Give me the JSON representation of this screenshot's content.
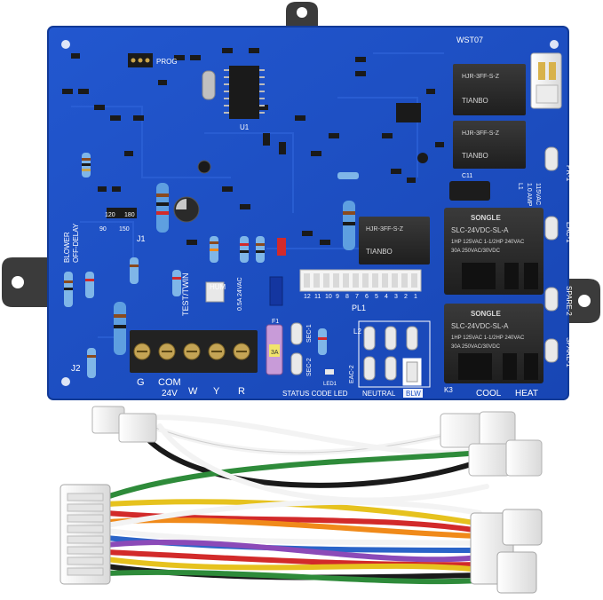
{
  "board": {
    "model": "WST07",
    "prog_label": "PROG",
    "header_labels": [
      "120",
      "180",
      "90",
      "150"
    ],
    "j1_label": "J1",
    "j2_label": "J2",
    "k3_label": "K3",
    "blower_label": "BLOWER",
    "off_delay_label": "OFF-DELAY",
    "test_label": "TEST/TWIN",
    "hum_label": "HUM",
    "hum_rating": "0.5A 24VAC",
    "f1_label": "F1",
    "fuse_rating": "3A",
    "pl1_label": "PL1",
    "pl1_pins": [
      "12",
      "11",
      "10",
      "9",
      "8",
      "7",
      "6",
      "5",
      "4",
      "3",
      "2",
      "1"
    ],
    "terminal_labels": [
      "G",
      "COM",
      "W",
      "Y",
      "R"
    ],
    "terminal_24v": "24V",
    "sec1_label": "SEC-1",
    "sec2_label": "SEC-2",
    "eac1_label": "EAC-1",
    "eac2_label": "EAC-2",
    "spare1_label": "SPARE-1",
    "spare2_label": "SPARE-2",
    "pr1_label": "PR-1",
    "l1_label": "L1",
    "l2_label": "L2",
    "amp_label": "1.0 AMP",
    "vac_label": "115VAC",
    "status_label": "STATUS CODE LED",
    "led_label": "LED1",
    "neutral_label": "NEUTRAL",
    "blw_label": "BLW",
    "cool_label": "COOL",
    "heat_label": "HEAT",
    "relay_brand": "TIANBO",
    "relay_model": "HJR-3FF-S-Z",
    "power_relay_brand": "SONGLE",
    "power_relay_model": "SLC-24VDC-SL-A",
    "power_relay_specs": [
      "1HP 125VAC 1-1/2HP 240VAC",
      "30A 250VAC/30VDC"
    ],
    "c11_label": "C11",
    "u1_label": "U1"
  },
  "colors": {
    "pcb": "#1a4fc4",
    "pcb_dark": "#0f3a9e",
    "terminal_block": "#2a2a2a",
    "relay_body": "#2b2b2b",
    "connector": "#f2f2f2",
    "silk": "#ffffff"
  },
  "harness": {
    "wire_colors": [
      "#f3f3f3",
      "#1a1a1a",
      "#2e8b3a",
      "#e6c21e",
      "#d22a2a",
      "#f08a1a",
      "#2a64c8",
      "#8b4ab8",
      "#e3e3e3"
    ]
  }
}
